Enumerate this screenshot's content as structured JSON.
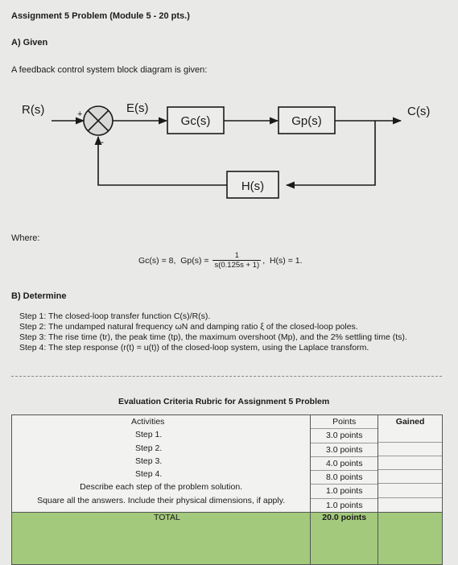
{
  "header": {
    "title": "Assignment 5 Problem (Module 5 - 20 pts.)",
    "given_label": "A) Given",
    "intro": "A feedback control system block diagram is given:"
  },
  "diagram": {
    "input_label": "R(s)",
    "error_label": "E(s)",
    "output_label": "C(s)",
    "plus_sign": "+",
    "minus_sign": "-",
    "blocks": {
      "gc": "Gc(s)",
      "gp": "Gp(s)",
      "h": "H(s)"
    }
  },
  "where_label": "Where:",
  "formula": {
    "gc": "Gc(s) = 8,",
    "gp_prefix": "Gp(s) =",
    "gp_num": "1",
    "gp_den": "s(0.125s + 1)",
    "comma": ",",
    "h": "H(s) = 1."
  },
  "determine": {
    "label": "B) Determine",
    "steps": [
      "Step 1: The closed-loop transfer function C(s)/R(s).",
      "Step 2: The undamped natural frequency ωN and damping ratio ξ of the closed-loop poles.",
      "Step 3: The rise time (tr), the peak time (tp), the maximum overshoot (Mp), and the 2% settling time (ts).",
      "Step 4: The step response (r(t) = u(t)) of the closed-loop system, using the Laplace transform."
    ]
  },
  "rubric": {
    "title": "Evaluation Criteria Rubric for Assignment 5 Problem",
    "col_activities": "Activities",
    "col_points": "Points",
    "col_gained": "Gained",
    "rows": [
      {
        "activity": "Step 1.",
        "points": "3.0 points"
      },
      {
        "activity": "Step 2.",
        "points": "3.0 points"
      },
      {
        "activity": "Step 3.",
        "points": "4.0 points"
      },
      {
        "activity": "Step 4.",
        "points": "8.0 points"
      },
      {
        "activity": "Describe each step of the problem solution.",
        "points": "1.0 points"
      },
      {
        "activity": "Square all the answers. Include their physical dimensions, if apply.",
        "points": "1.0 points"
      }
    ],
    "total_label": "TOTAL",
    "total_points": "20.0 points"
  }
}
